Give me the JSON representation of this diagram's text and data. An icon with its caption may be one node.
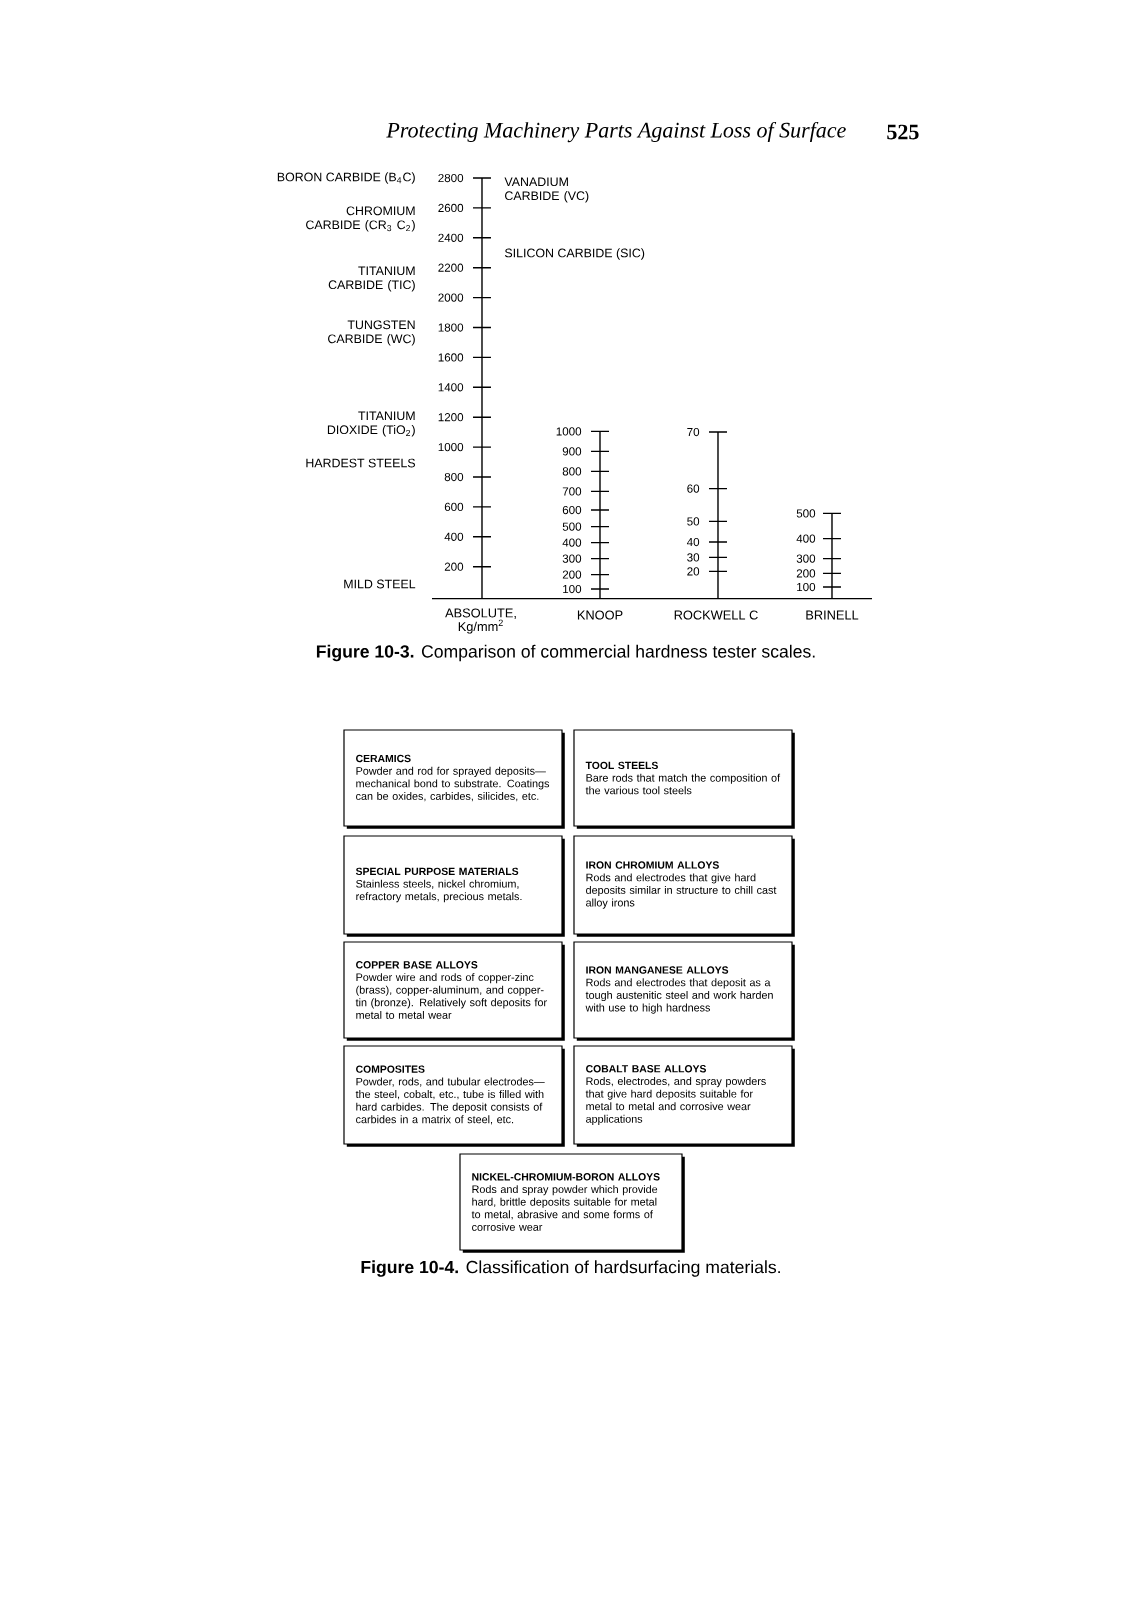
{
  "diagram": {
    "caption": "**Figure 10-4.** Classification of hardsurfacing materials.",
    "nodes": [
      {
        "text": [
          "CERAMICS",
          "Powder and rod for sprayed deposits—mechanical bond to substrate. Coatings can be oxides, carbides, silicides, etc."
        ]
      },
      {
        "text": [
          "TOOL STEELS",
          "Bare rods that match the composition of the various tool steels"
        ]
      },
      {
        "text": [
          "SPECIAL PURPOSE MATERIALS",
          "Stainless steels, nickel chromium, refractory metals, precious metals."
        ]
      },
      {
        "text": [
          "IRON CHROMIUM ALLOYS",
          "Rods and electrodes that give hard deposits similar in structure to chill cast alloy irons"
        ]
      },
      {
        "text": [
          "COPPER BASE ALLOYS",
          "Powder wire and rods of copper-zinc (brass), copper-aluminum, and copper-tin (bronze). Relatively soft deposits for metal to metal wear"
        ]
      },
      {
        "text": [
          "IRON MANGANESE ALLOYS",
          "Rods and electrodes that deposit as a tough austenitic steel and work harden with use to high hardness"
        ]
      },
      {
        "text": [
          "COMPOSITES",
          "Powder, rods, and tubular electrodes—the steel, cobalt, etc., tube is filled with hard carbides. The deposit consists of carbides in a matrix of steel, etc."
        ]
      },
      {
        "text": [
          "COBALT BASE ALLOYS",
          "Rods, electrodes, and spray powders that give hard deposits suitable for metal to metal and corrosive wear applications"
        ]
      },
      {
        "text": [
          "NICKEL-CHROMIUM-BORON ALLOYS",
          "Rods and spray powder which provide hard, brittle deposits suitable for metal to metal, abrasive and some forms of corrosive wear"
        ]
      }
    ],
    "labels": [
      "Protecting Machinery Parts Against Loss of Surface",
      "525",
      "BORON CARBIDE (B$_{4}$C)",
      "CHROMIUM CARBIDE (CR$_{3}$ C$_{2}$)",
      "TITANIUM CARBIDE (TIC)",
      "TUNGSTEN CARBIDE (WC)",
      "TITANIUM DIOXIDE (TiO$_{2}$)",
      "HARDEST STEELS",
      "MILD STEEL",
      "2800",
      "2600",
      "2400",
      "2200",
      "2000",
      "1800",
      "1600",
      "1400",
      "1200",
      "1000",
      "800",
      "600",
      "400",
      "200",
      "VANADIUM CARBIDE (VC)",
      "SILICON CARBIDE (SIC)",
      "1000",
      "900",
      "800",
      "700",
      "600",
      "500",
      "400",
      "300",
      "200",
      "100",
      "70",
      "60",
      "50",
      "40",
      "30",
      "20",
      "500",
      "400",
      "300",
      "200",
      "100",
      "ABSOLUTE, Kg/mm$^{2}$",
      "KNOOP",
      "ROCKWELL C",
      "BRINELL",
      "**Figure 10-3.** Comparison of commercial hardness tester scales."
    ]
  }
}
